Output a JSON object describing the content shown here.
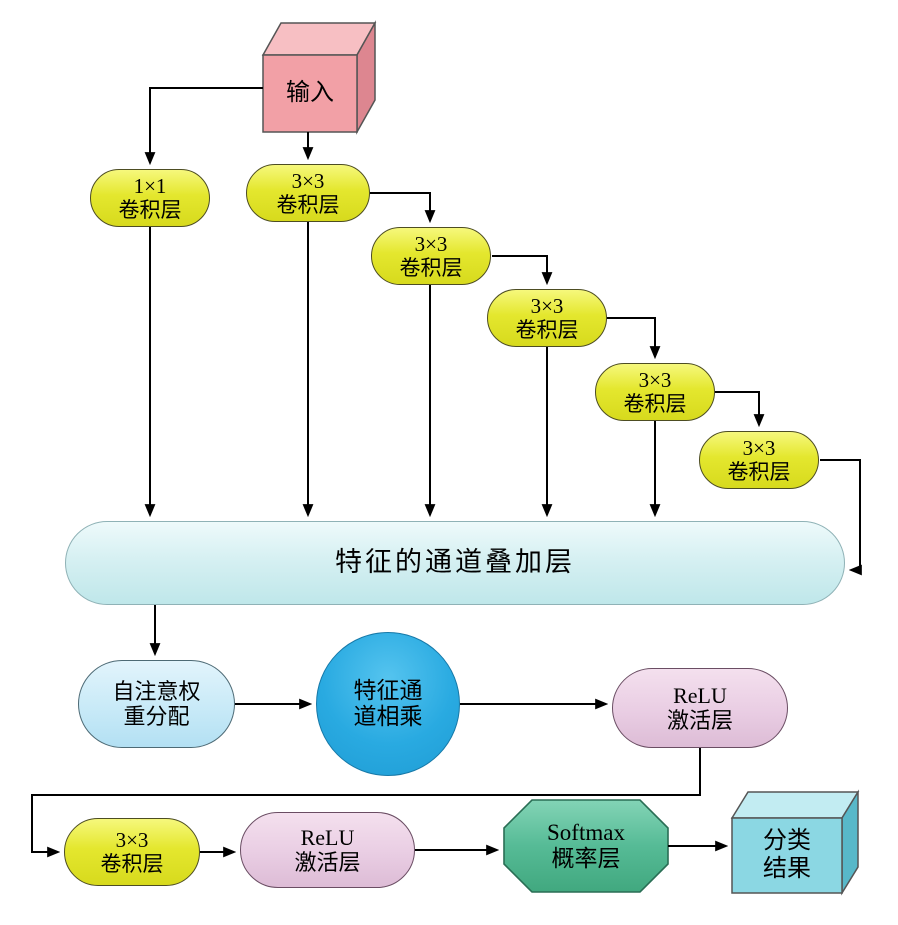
{
  "nodes": {
    "input": {
      "label": "输入"
    },
    "branches": [
      {
        "line1": "1×1",
        "line2": "卷积层"
      },
      {
        "line1": "3×3",
        "line2": "卷积层"
      },
      {
        "line1": "3×3",
        "line2": "卷积层"
      },
      {
        "line1": "3×3",
        "line2": "卷积层"
      },
      {
        "line1": "3×3",
        "line2": "卷积层"
      },
      {
        "line1": "3×3",
        "line2": "卷积层"
      }
    ],
    "concat": {
      "label": "特征的通道叠加层"
    },
    "attention": {
      "line1": "自注意权",
      "line2": "重分配"
    },
    "multiply": {
      "line1": "特征通",
      "line2": "道相乘"
    },
    "relu_top": {
      "line1": "ReLU",
      "line2": "激活层"
    },
    "conv_bottom": {
      "line1": "3×3",
      "line2": "卷积层"
    },
    "relu_bottom": {
      "line1": "ReLU",
      "line2": "激活层"
    },
    "softmax": {
      "line1": "Softmax",
      "line2": "概率层"
    },
    "output": {
      "line1": "分类",
      "line2": "结果"
    }
  },
  "colors": {
    "input_cube_front": "#f2a0a6",
    "input_cube_top": "#f7bfc3",
    "input_cube_side": "#dd8690",
    "conv_pill": "#e4e72e",
    "concat_layer": "#d6f0f2",
    "attention_pill": "#c6e9f7",
    "multiply_circle": "#29aae1",
    "relu_pill": "#e9cde3",
    "softmax_octagon": "#56bb96",
    "output_cube_front": "#8bd7e3",
    "output_cube_top": "#c2ecf2",
    "output_cube_side": "#58b8c9",
    "arrow": "#000000"
  }
}
